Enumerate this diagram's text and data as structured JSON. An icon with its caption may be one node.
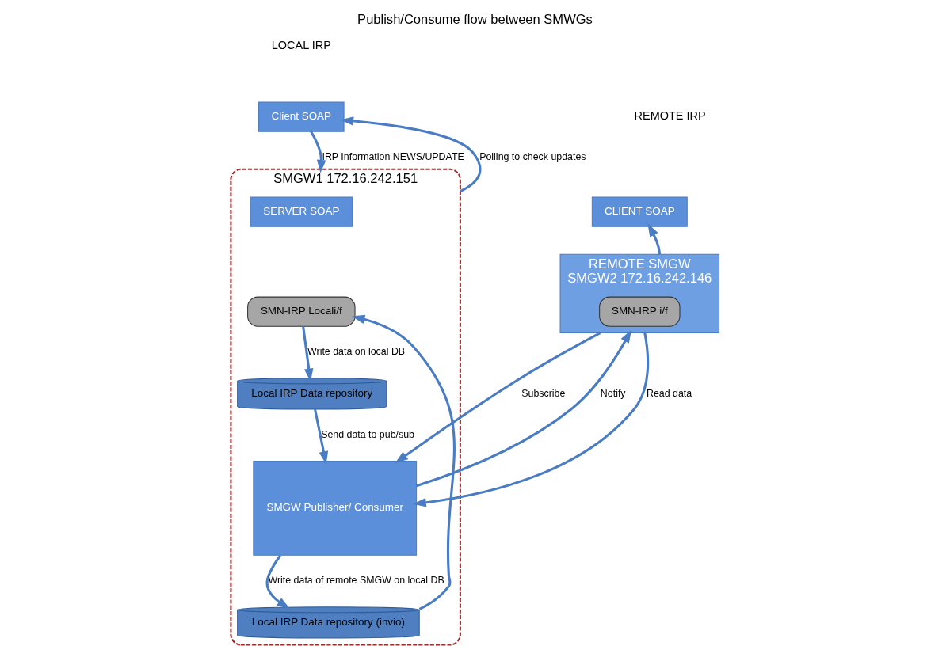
{
  "diagram": {
    "title": "Publish/Consume flow between SMWGs",
    "nodes": [
      {
        "text": [
          "CLIENT SOAP"
        ]
      },
      {
        "text": [
          "REMOTE SMGW",
          "SMGW2 172.16.242.146"
        ]
      },
      {
        "text": [
          "SMN-IRP i/f"
        ],
        "in": 1
      },
      {
        "text": [
          "Client SOAP"
        ]
      },
      {
        "text": [
          "SMGW1 172.16.242.151"
        ]
      },
      {
        "text": [
          "SERVER SOAP"
        ],
        "in": 4
      },
      {
        "text": [
          "SMN-IRP Locali/f"
        ],
        "in": 4
      },
      {
        "text": [
          "SMGW Publisher/ Consumer"
        ],
        "in": 4
      },
      {
        "text": [
          "Local IRP Data repository"
        ],
        "in": 4
      },
      {
        "text": [
          "Local IRP Data repository (invio)"
        ],
        "in": 4
      }
    ],
    "edges": [
      {
        "from": 1,
        "to": 0,
        "arrow": "to"
      },
      {
        "from": 3,
        "to": 4,
        "arrow": "to",
        "label": "IRP Information NEWS/UPDATE"
      },
      {
        "from": 4,
        "to": 3,
        "arrow": "to",
        "label": "Polling to check updates"
      },
      {
        "from": 1,
        "to": 7,
        "arrow": "to",
        "label": "Subscribe"
      },
      {
        "from": 7,
        "to": 1,
        "arrow": "to",
        "label": "Notify"
      },
      {
        "from": 1,
        "to": 7,
        "arrow": "to",
        "label": "Read data"
      },
      {
        "from": 6,
        "to": 8,
        "arrow": "to",
        "label": "Write data on local DB"
      },
      {
        "from": 8,
        "to": 7,
        "arrow": "to",
        "label": "Send data to pub/sub"
      },
      {
        "from": 7,
        "to": 9,
        "arrow": "to",
        "label": "Write data of remote SMGW on local DB"
      },
      {
        "from": 9,
        "to": 6,
        "arrow": "to"
      }
    ],
    "labels": [
      "REMOTE IRP",
      "LOCAL IRP"
    ]
  }
}
